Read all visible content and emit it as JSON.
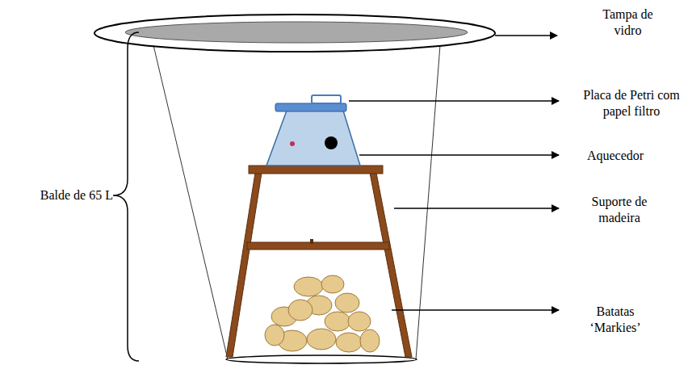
{
  "diagram": {
    "labels": [
      "Tampa de vidro",
      "Placa de Petri com papel filtro",
      "Aquecedor",
      "Suporte de madeira",
      "Batatas ‘Markies’",
      "Balde de 65 L"
    ]
  }
}
